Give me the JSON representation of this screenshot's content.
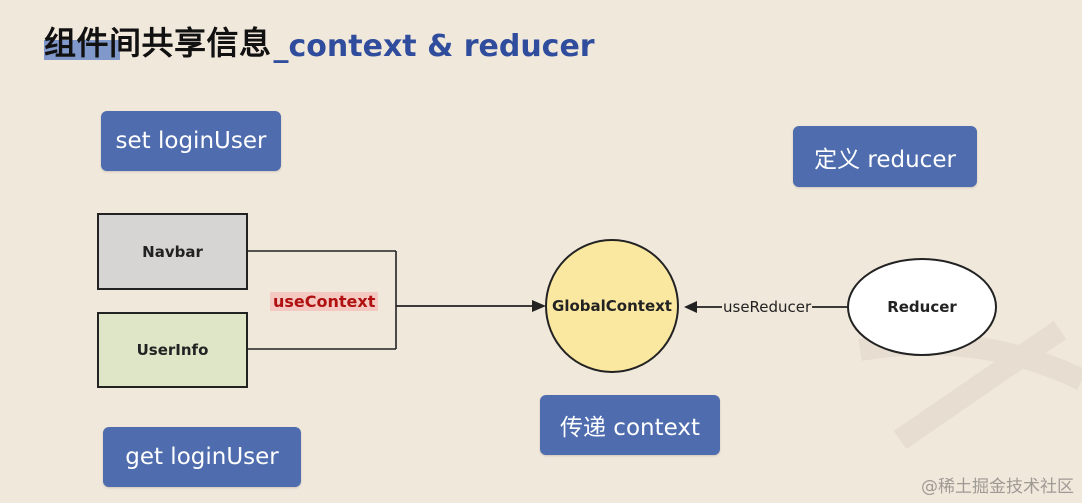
{
  "title": {
    "cn": "组件间共享信息",
    "en": "_context & reducer"
  },
  "labels": {
    "set_login_user": "set loginUser",
    "get_login_user": "get loginUser",
    "define_reducer": "定义 reducer",
    "pass_context": "传递 context"
  },
  "components": {
    "navbar": "Navbar",
    "userinfo": "UserInfo"
  },
  "nodes": {
    "global_context": "GlobalContext",
    "reducer": "Reducer"
  },
  "edges": {
    "use_context": "useContext",
    "use_reducer": "useReducer"
  },
  "watermark": "@稀土掘金技术社区",
  "colors": {
    "background": "#f1e8dc",
    "label_box": "#4e6cae",
    "title_accent": "#2f4d9c",
    "navbar_fill": "#d7d5d3",
    "userinfo_fill": "#dfe6c8",
    "global_context_fill": "#fbe8a0",
    "reducer_fill": "#ffffff",
    "use_context_highlight": "#f3c9c1"
  }
}
